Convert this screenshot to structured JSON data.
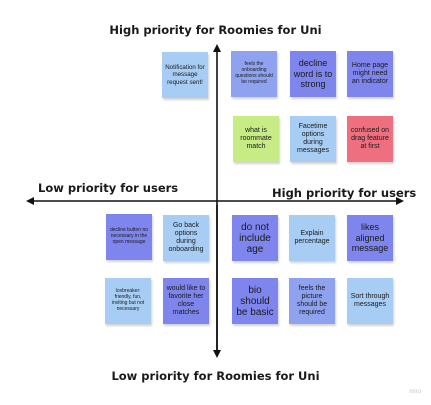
{
  "axes": {
    "top": "High priority for Roomies for Uni",
    "bottom": "Low priority for Roomies for Uni",
    "left": "Low priority for users",
    "right": "High priority for users"
  },
  "colors": {
    "light_blue": "#a7cdf4",
    "medium_blue": "#8fa2f0",
    "purple": "#7e85ec",
    "green": "#c7ec86",
    "red": "#ee6f80",
    "axis": "#111111"
  },
  "notes": {
    "notification": "Notification for message request sent!",
    "onboarding_questions": "feels the onboarding questions should be required",
    "decline_word": "decline word is to strong",
    "home_indicator": "Home page might need an indicator",
    "roommate_match": "what is roommate match",
    "facetime": "Facetime options during messages",
    "drag_confused": "confused on drag feature at first",
    "decline_button": "decline button no necessary in the open message",
    "go_back": "Go back options during onboarding",
    "icebreaker": "Icebreaker: friendly, fun, inviting but not necessary",
    "favorite": "would like to favorite her close matches",
    "no_age": "do not include age",
    "percentage": "Explain percentage",
    "likes_aligned": "likes aligned message",
    "bio_basic": "bio should be basic",
    "picture_required": "feels the picture should be required",
    "sort_messages": "Sort through messages"
  },
  "watermark": "miro"
}
